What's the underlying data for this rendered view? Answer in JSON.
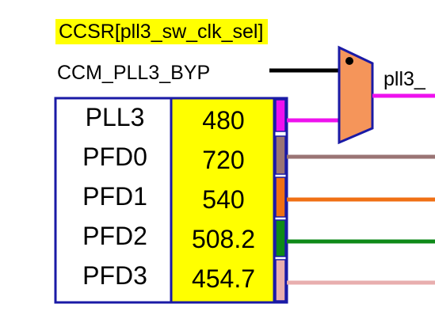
{
  "selector_label": "CCSR[pll3_sw_clk_sel]",
  "bypass_label": "CCM_PLL3_BYP",
  "output_label": "pll3_",
  "colors": {
    "label_highlight": "#ffff00",
    "value_fill": "#ffff00",
    "box_border": "#1a1aa6",
    "mux_fill": "#f5955a",
    "mux_border": "#1a1aa6",
    "bypass_line": "#000000"
  },
  "sources": [
    {
      "name": "PLL3",
      "value": "480",
      "color": "#ee11ee"
    },
    {
      "name": "PFD0",
      "value": "720",
      "color": "#9a7474"
    },
    {
      "name": "PFD1",
      "value": "540",
      "color": "#f07014"
    },
    {
      "name": "PFD2",
      "value": "508.2",
      "color": "#0e8a18"
    },
    {
      "name": "PFD3",
      "value": "454.7",
      "color": "#e8aeae"
    }
  ]
}
